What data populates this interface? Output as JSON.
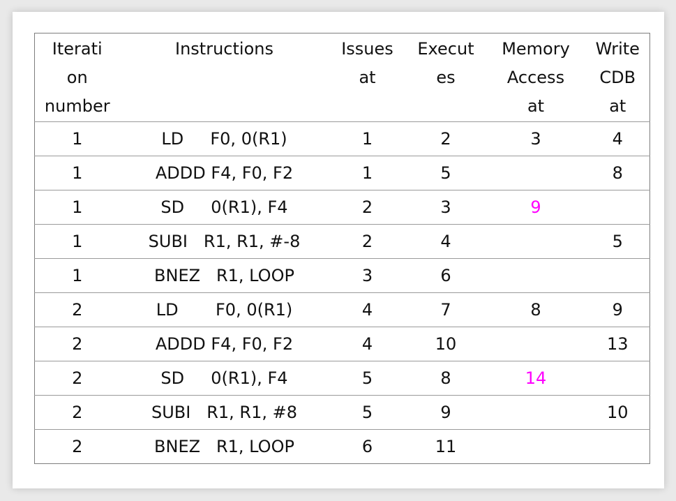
{
  "table": {
    "headers": [
      "Iterati\non\nnumber",
      "Instructions",
      "Issues\nat",
      "Execut\nes",
      "Memory\nAccess\nat",
      "Write\nCDB\nat"
    ],
    "rows": [
      {
        "iter": "1",
        "instr": "LD     F0, 0(R1)",
        "issue": "1",
        "exec": "2",
        "mem": "3",
        "write": "4",
        "mem_highlight": false
      },
      {
        "iter": "1",
        "instr": "ADDD F4, F0, F2",
        "issue": "1",
        "exec": "5",
        "mem": "",
        "write": "8",
        "mem_highlight": false
      },
      {
        "iter": "1",
        "instr": "SD     0(R1), F4",
        "issue": "2",
        "exec": "3",
        "mem": "9",
        "write": "",
        "mem_highlight": true
      },
      {
        "iter": "1",
        "instr": "SUBI   R1, R1, #-8",
        "issue": "2",
        "exec": "4",
        "mem": "",
        "write": "5",
        "mem_highlight": false
      },
      {
        "iter": "1",
        "instr": "BNEZ   R1, LOOP",
        "issue": "3",
        "exec": "6",
        "mem": "",
        "write": "",
        "mem_highlight": false
      },
      {
        "iter": "2",
        "instr": "LD       F0, 0(R1)",
        "issue": "4",
        "exec": "7",
        "mem": "8",
        "write": "9",
        "mem_highlight": false
      },
      {
        "iter": "2",
        "instr": "ADDD F4, F0, F2",
        "issue": "4",
        "exec": "10",
        "mem": "",
        "write": "13",
        "mem_highlight": false
      },
      {
        "iter": "2",
        "instr": "SD     0(R1), F4",
        "issue": "5",
        "exec": "8",
        "mem": "14",
        "write": "",
        "mem_highlight": true
      },
      {
        "iter": "2",
        "instr": "SUBI   R1, R1, #8",
        "issue": "5",
        "exec": "9",
        "mem": "",
        "write": "10",
        "mem_highlight": false
      },
      {
        "iter": "2",
        "instr": "BNEZ   R1, LOOP",
        "issue": "6",
        "exec": "11",
        "mem": "",
        "write": "",
        "mem_highlight": false
      }
    ]
  },
  "colors": {
    "highlight": "#ff00ff",
    "text": "#111111",
    "background": "#ffffff",
    "border": "#7d7d7d"
  }
}
